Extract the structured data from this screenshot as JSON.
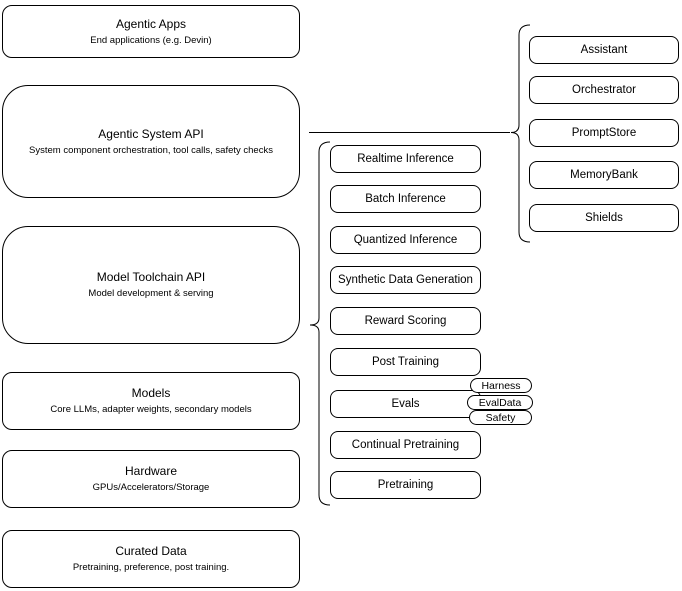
{
  "left_stack": [
    {
      "title": "Agentic Apps",
      "subtitle": "End applications (e.g. Devin)"
    },
    {
      "title": "Agentic System API",
      "subtitle": "System component orchestration, tool calls, safety checks"
    },
    {
      "title": "Model Toolchain API",
      "subtitle": "Model development & serving"
    },
    {
      "title": "Models",
      "subtitle": "Core LLMs, adapter weights, secondary models"
    },
    {
      "title": "Hardware",
      "subtitle": "GPUs/Accelerators/Storage"
    },
    {
      "title": "Curated Data",
      "subtitle": "Pretraining, preference, post training."
    }
  ],
  "toolchain_items": [
    "Realtime Inference",
    "Batch Inference",
    "Quantized Inference",
    "Synthetic Data Generation",
    "Reward Scoring",
    "Post Training",
    "Evals",
    "Continual Pretraining",
    "Pretraining"
  ],
  "evals_tags": [
    "Harness",
    "EvalData",
    "Safety"
  ],
  "system_components": [
    "Assistant",
    "Orchestrator",
    "PromptStore",
    "MemoryBank",
    "Shields"
  ],
  "colors": {
    "line": "#000000",
    "fill": "#ffffff",
    "text": "#000000"
  }
}
